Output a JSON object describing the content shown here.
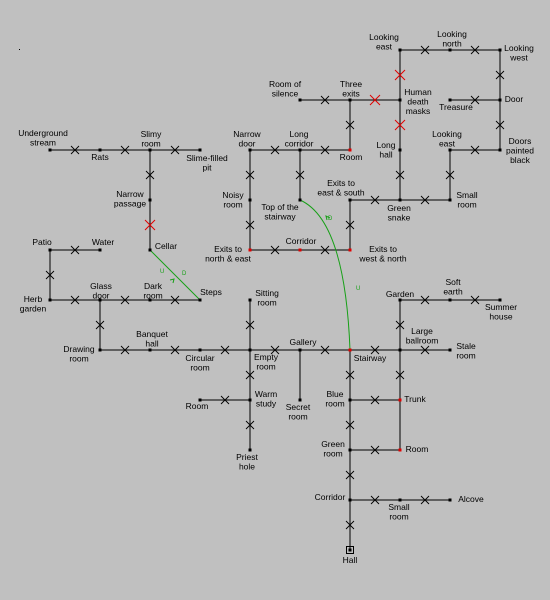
{
  "map": {
    "labels": {
      "looking_east_top": [
        "Looking",
        "east"
      ],
      "looking_north": [
        "Looking",
        "north"
      ],
      "looking_west": [
        "Looking",
        "west"
      ],
      "room_of_silence": [
        "Room of",
        "silence"
      ],
      "three_exits": [
        "Three",
        "exits"
      ],
      "human_death_masks": [
        "Human",
        "death",
        "masks"
      ],
      "door": [
        "Door"
      ],
      "treasure": [
        "Treasure"
      ],
      "underground_stream": [
        "Underground",
        "stream"
      ],
      "slimy_room": [
        "Slimy",
        "room"
      ],
      "rats": [
        "Rats"
      ],
      "slime_filled_pit": [
        "Slime-filled",
        "pit"
      ],
      "narrow_door": [
        "Narrow",
        "door"
      ],
      "long_corridor": [
        "Long",
        "corridor"
      ],
      "room_top": [
        "Room"
      ],
      "long_hall": [
        "Long",
        "hall"
      ],
      "looking_east_mid": [
        "Looking",
        "east"
      ],
      "doors_painted_black": [
        "Doors",
        "painted",
        "black"
      ],
      "narrow_passage": [
        "Narrow",
        "passage"
      ],
      "noisy_room": [
        "Noisy",
        "room"
      ],
      "top_of_stairway": [
        "Top of the",
        "stairway"
      ],
      "exits_east_south": [
        "Exits to",
        "east & south"
      ],
      "green_snake": [
        "Green",
        "snake"
      ],
      "small_room_top": [
        "Small",
        "room"
      ],
      "patio": [
        "Patio"
      ],
      "water": [
        "Water"
      ],
      "cellar": [
        "Cellar"
      ],
      "exits_north_east": [
        "Exits to",
        "north & east"
      ],
      "corridor_mid": [
        "Corridor"
      ],
      "exits_west_north": [
        "Exits to",
        "west & north"
      ],
      "herb_garden": [
        "Herb",
        "garden"
      ],
      "glass_door": [
        "Glass",
        "door"
      ],
      "dark_room": [
        "Dark",
        "room"
      ],
      "steps": [
        "Steps"
      ],
      "sitting_room": [
        "Sitting",
        "room"
      ],
      "garden": [
        "Garden"
      ],
      "soft_earth": [
        "Soft",
        "earth"
      ],
      "summer_house": [
        "Summer",
        "house"
      ],
      "large_ballroom": [
        "Large",
        "ballroom"
      ],
      "banquet_hall": [
        "Banquet",
        "hall"
      ],
      "drawing_room": [
        "Drawing",
        "room"
      ],
      "circular_room": [
        "Circular",
        "room"
      ],
      "empty_room": [
        "Empty",
        "room"
      ],
      "gallery": [
        "Gallery"
      ],
      "stairway": [
        "Stairway"
      ],
      "stale_room": [
        "Stale",
        "room"
      ],
      "room_left": [
        "Room"
      ],
      "warm_study": [
        "Warm",
        "study"
      ],
      "secret_room": [
        "Secret",
        "room"
      ],
      "blue_room": [
        "Blue",
        "room"
      ],
      "trunk": [
        "Trunk"
      ],
      "priest_hole": [
        "Priest",
        "hole"
      ],
      "green_room": [
        "Green",
        "room"
      ],
      "room_right": [
        "Room"
      ],
      "corridor_low": [
        "Corridor"
      ],
      "small_room_low": [
        "Small",
        "room"
      ],
      "alcove": [
        "Alcove"
      ],
      "hall": [
        "Hall"
      ]
    },
    "stair_marks": {
      "up": "U",
      "down": "D"
    },
    "colors": {
      "background": "#c0c0c0",
      "line": "#000000",
      "locked_door": "#e00000",
      "stairs": "#16a016"
    }
  }
}
